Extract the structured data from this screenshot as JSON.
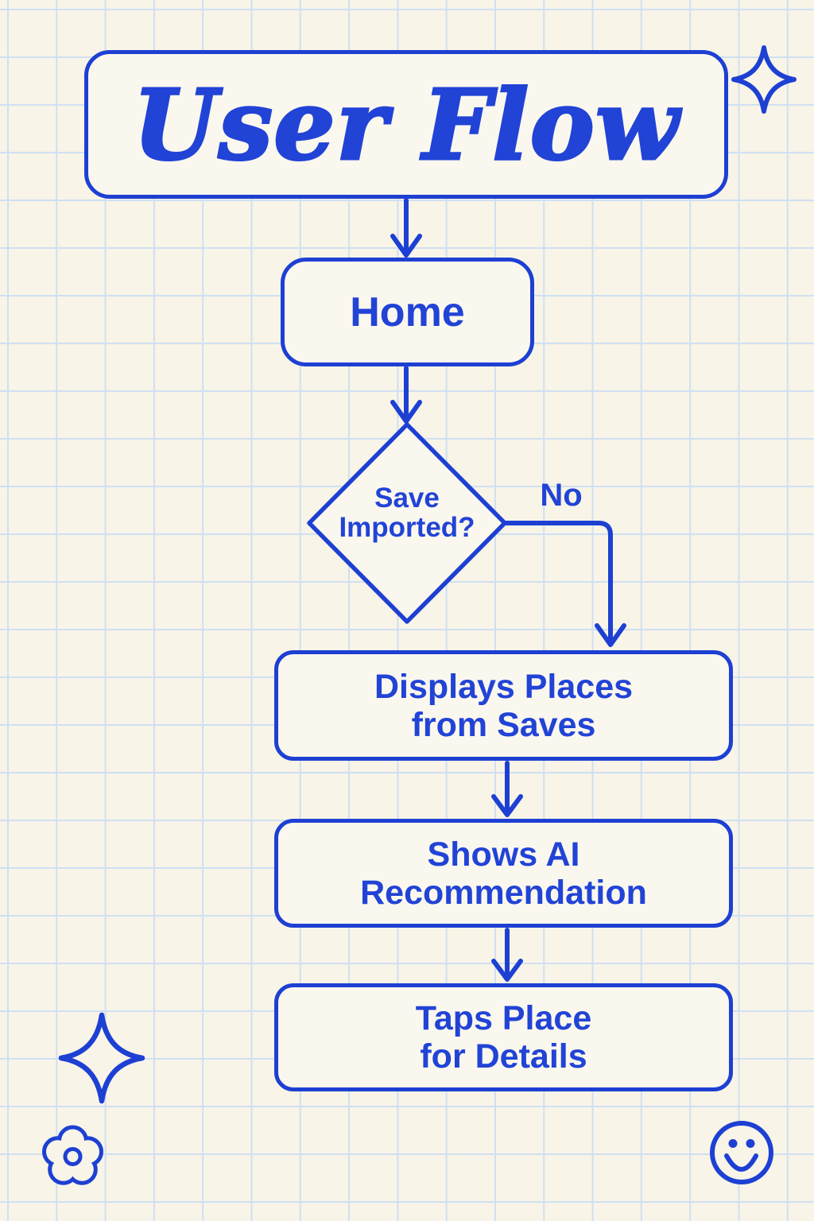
{
  "title": {
    "label": "User Flow"
  },
  "flow": {
    "home": {
      "label": "Home"
    },
    "decision": {
      "line1": "Save",
      "line2": "Imported?"
    },
    "no_edge": {
      "label": "No"
    },
    "displays_places": {
      "line1": "Displays Places",
      "line2": "from Saves"
    },
    "shows_ai": {
      "line1": "Shows AI",
      "line2": "Recommendation"
    },
    "taps_place": {
      "line1": "Taps Place",
      "line2": "for Details"
    }
  },
  "decorations": {
    "top_right": "sparkle-icon",
    "bottom_left": "sparkle-icon",
    "bottom_left_corner": "flower-icon",
    "bottom_right_corner": "smiley-icon"
  },
  "colors": {
    "ink": "#1d40d3",
    "text": "#2143d6",
    "background": "#f8f4e7",
    "grid": "#cfe0f2",
    "node_fill": "#faf7ee"
  }
}
